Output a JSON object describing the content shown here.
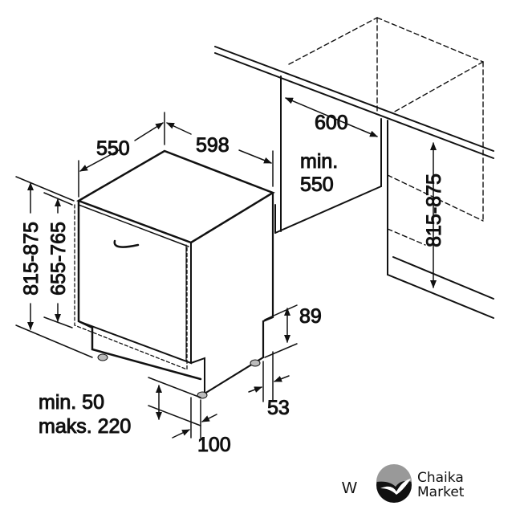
{
  "dimensions": {
    "depth_top": "550",
    "width_top": "598",
    "niche_width": "600",
    "niche_min_label": "min.",
    "niche_min_value": "550",
    "height_left": "815-875",
    "door_height": "655-765",
    "height_right": "815-875",
    "plinth_height": "89",
    "plinth_recess": "53",
    "foot_min": "min. 50",
    "foot_max": "maks. 220",
    "foot_offset": "100"
  },
  "footer": {
    "letter": "W",
    "logo_line1": "Chaika",
    "logo_line2": "Market"
  }
}
